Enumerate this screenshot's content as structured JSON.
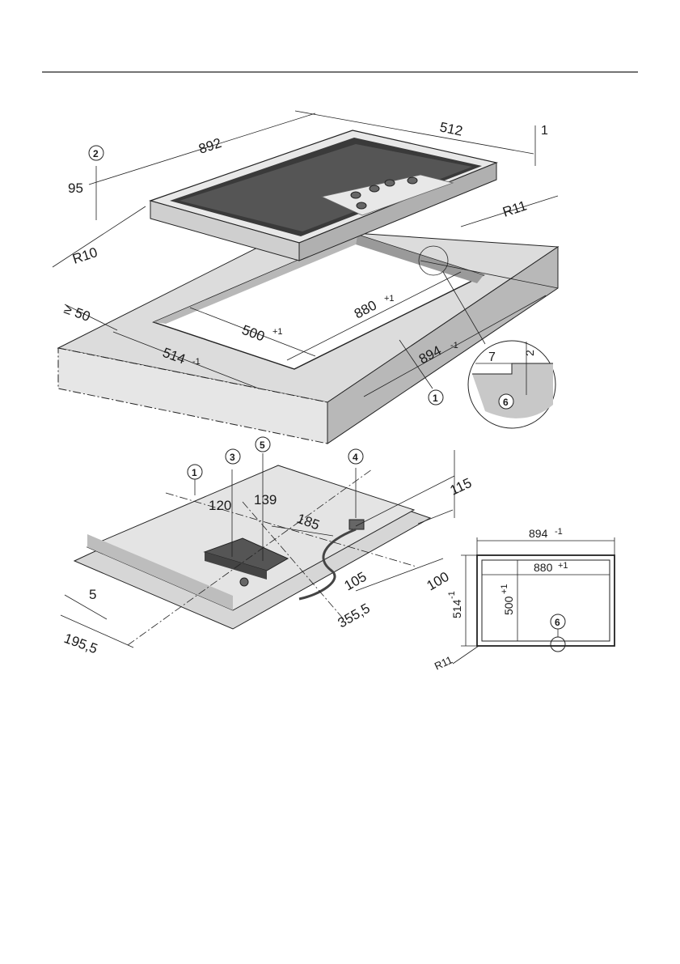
{
  "top_view": {
    "hob_length": "892",
    "hob_depth": "512",
    "rim_thickness": "1",
    "hob_height": "95",
    "corner_radius": "R10",
    "cutout_corner_radius": "R11",
    "min_edge_distance": "≥ 50",
    "cutout_depth": "500",
    "cutout_depth_tol": "+1",
    "cutout_length": "880",
    "cutout_length_tol": "+1",
    "recess_depth": "514",
    "recess_depth_tol": "-1",
    "recess_length": "894",
    "recess_length_tol": "-1",
    "callouts": [
      "2",
      "1"
    ]
  },
  "detail_view": {
    "step_width": "7",
    "step_depth": "2",
    "callout": "6"
  },
  "bottom_view": {
    "dim_115": "115",
    "dim_120": "120",
    "dim_139": "139",
    "dim_185": "185",
    "dim_105": "105",
    "dim_100": "100",
    "dim_355_5": "355,5",
    "dim_5": "5",
    "dim_195_5": "195,5",
    "callouts": [
      "1",
      "3",
      "5",
      "4"
    ]
  },
  "plan_view": {
    "outer_length": "894",
    "outer_length_tol": "-1",
    "inner_length": "880",
    "inner_length_tol": "+1",
    "inner_depth": "500",
    "inner_depth_tol": "+1",
    "outer_depth": "514",
    "outer_depth_tol": "-1",
    "corner_radius": "R11",
    "callout": "6"
  }
}
